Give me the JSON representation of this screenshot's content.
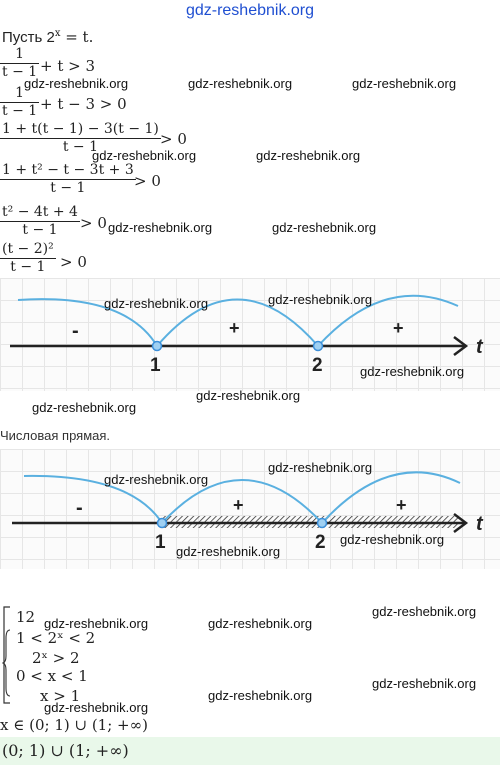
{
  "header_watermark": "gdz-reshebnik.org",
  "watermark": "gdz-reshebnik.org",
  "intro": "Пусть 2",
  "intro_sup": "x",
  "intro_tail": " = t.",
  "steps": [
    {
      "num": "1",
      "den": "t − 1",
      "tail": "+ t > 3"
    },
    {
      "num": "1",
      "den": "t − 1",
      "tail": "+ t − 3 > 0"
    },
    {
      "num": "1 + t(t − 1) − 3(t − 1)",
      "den": "t − 1",
      "tail": "> 0"
    },
    {
      "num": "1 + t² − t − 3t + 3",
      "den": "t − 1",
      "tail": "> 0"
    },
    {
      "num": "t² − 4t + 4",
      "den": "t − 1",
      "tail": "> 0"
    },
    {
      "num": "(t − 2)²",
      "den": "t − 1",
      "tail": "> 0"
    }
  ],
  "number_line": {
    "points": [
      "1",
      "2"
    ],
    "variable": "t",
    "signs": [
      "-",
      "+",
      "+"
    ]
  },
  "number_line_caption": "Числовая прямая.",
  "system": {
    "line1": "12",
    "line2": "1 < 2ˣ < 2",
    "line3": "2ˣ > 2",
    "line4": "0  <  x  <  1",
    "line5": "x > 1"
  },
  "result": "x ∈ (0; 1) ∪ (1; +∞)",
  "answer": "(0; 1) ∪ (1; +∞)",
  "colors": {
    "arc": "#5ab0e0",
    "axis": "#222222",
    "point": "#3d8fd8",
    "answer_bg": "#e9f8ea"
  }
}
